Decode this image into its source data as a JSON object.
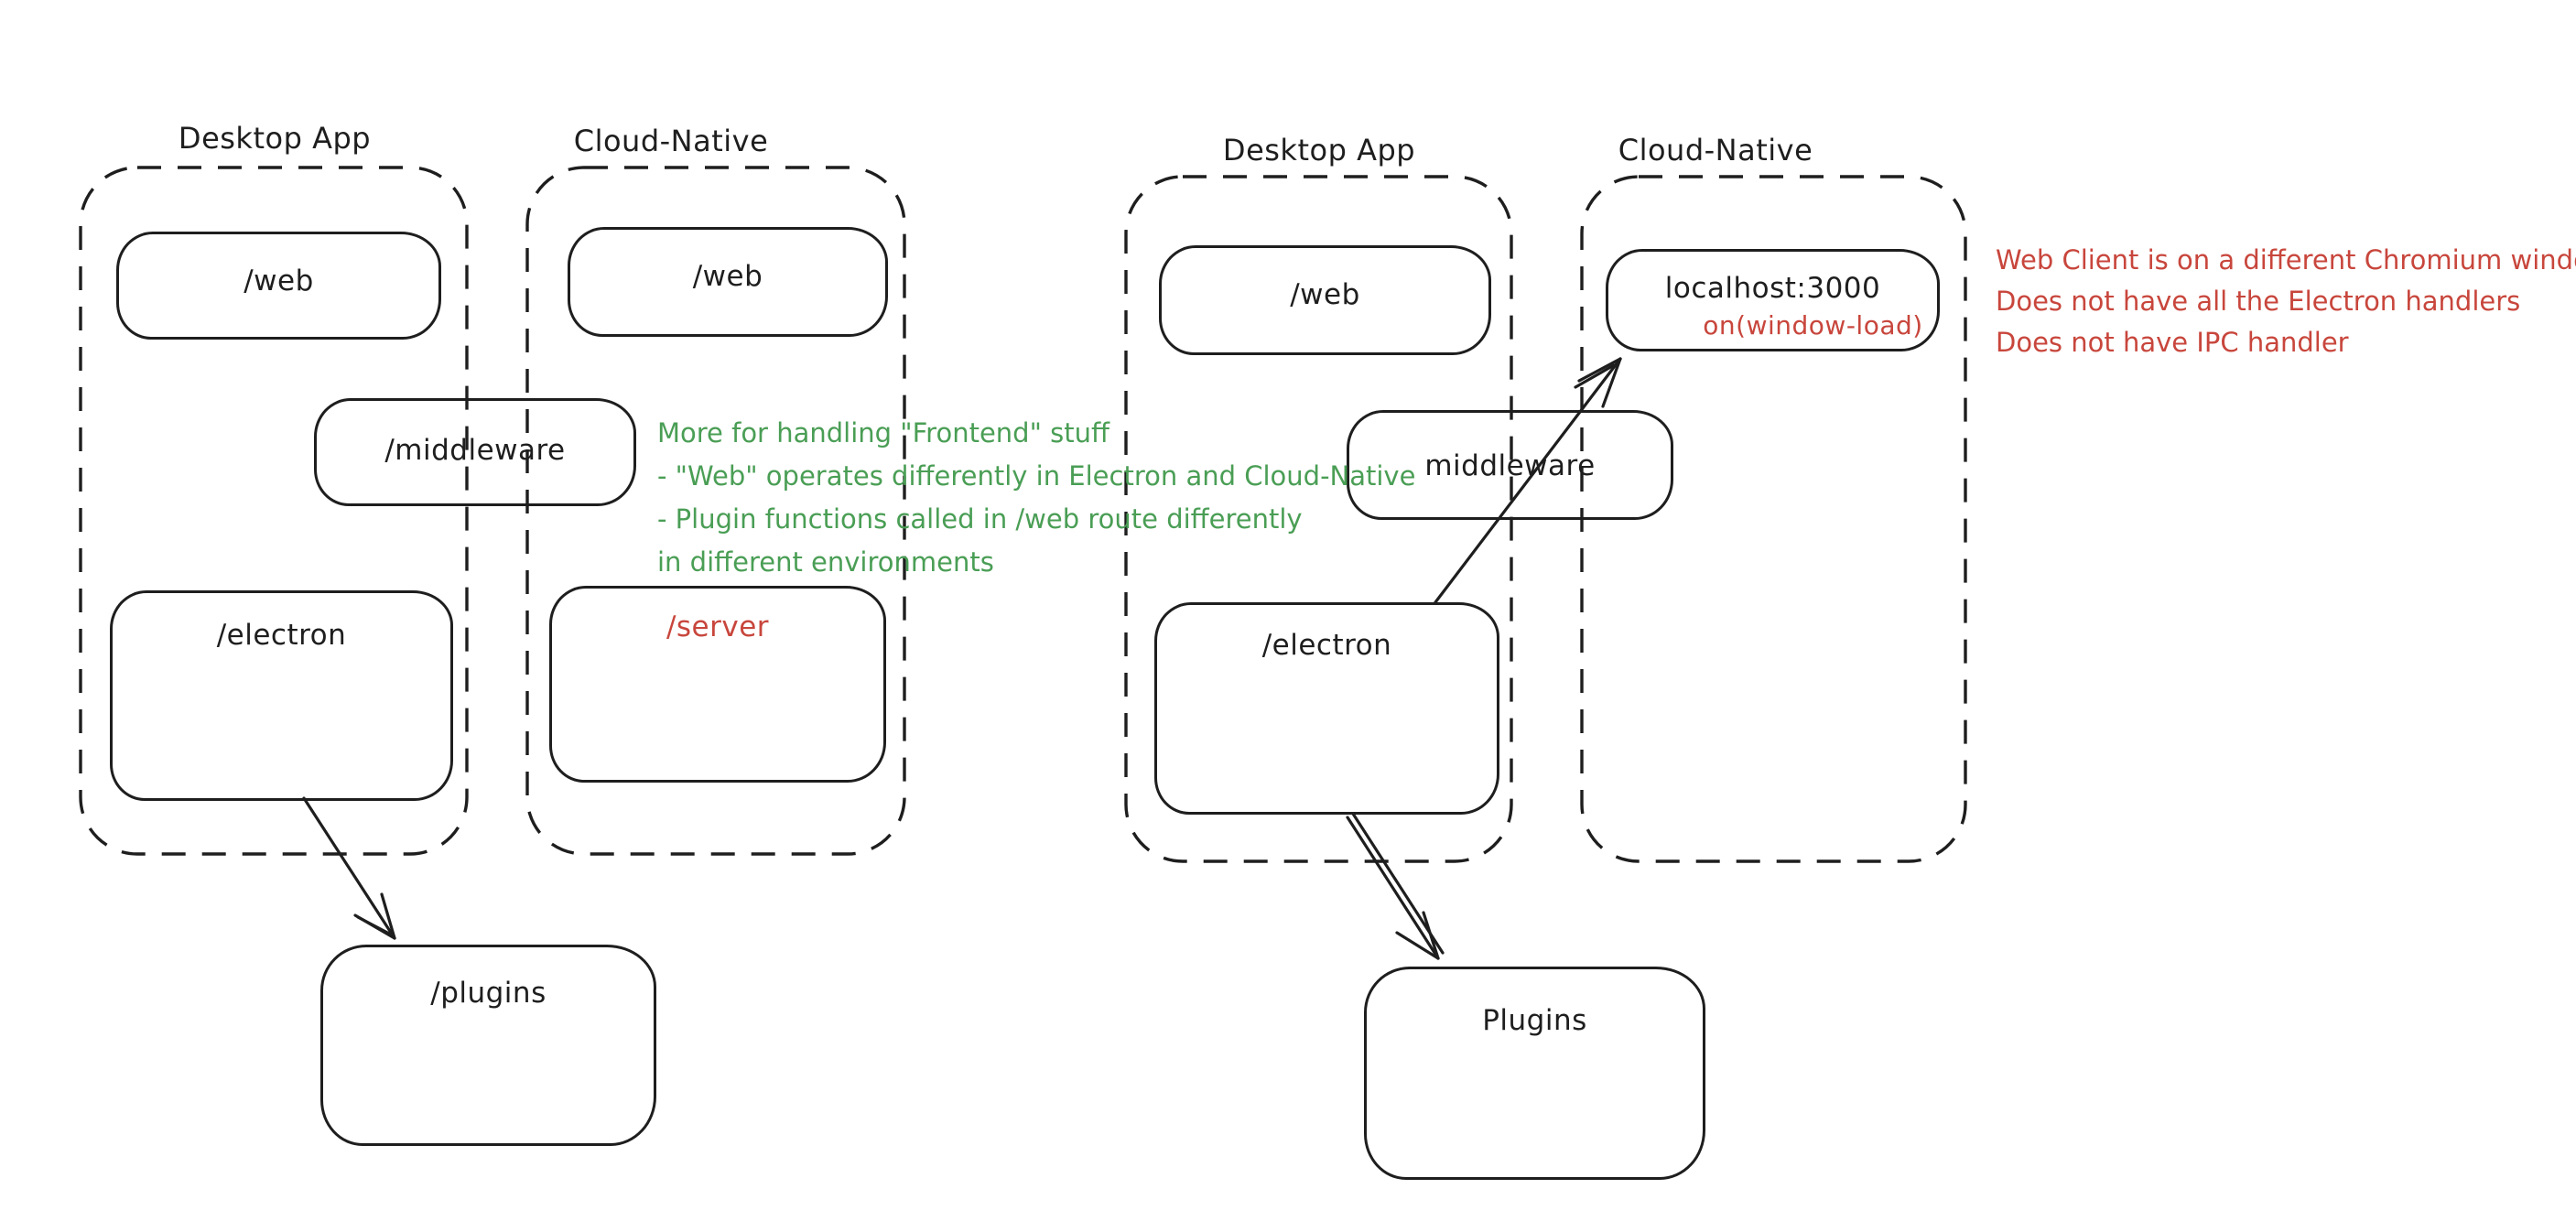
{
  "colors": {
    "stroke": "#1e1e1e",
    "green": "#4a9e55",
    "red": "#c8463c",
    "background": "#ffffff"
  },
  "left": {
    "desktop": {
      "title": "Desktop App",
      "web": "/web",
      "electron": "/electron"
    },
    "cloud": {
      "title": "Cloud-Native",
      "web": "/web",
      "server": "/server"
    },
    "middleware": "/middleware",
    "plugins": "/plugins",
    "note_lines": [
      "More for handling \"Frontend\" stuff",
      "- \"Web\" operates differently in Electron and Cloud-Native",
      "- Plugin functions called in /web route differently",
      "in different environments"
    ]
  },
  "right": {
    "desktop": {
      "title": "Desktop App",
      "web": "/web",
      "electron": "/electron"
    },
    "cloud": {
      "title": "Cloud-Native",
      "localhost": "localhost:3000",
      "onload": "on(window-load)"
    },
    "middleware": "middleware",
    "plugins": "Plugins",
    "note_lines": [
      "Web Client is on a different Chromium window",
      "Does not have all the Electron handlers",
      "Does not have IPC handler"
    ]
  }
}
